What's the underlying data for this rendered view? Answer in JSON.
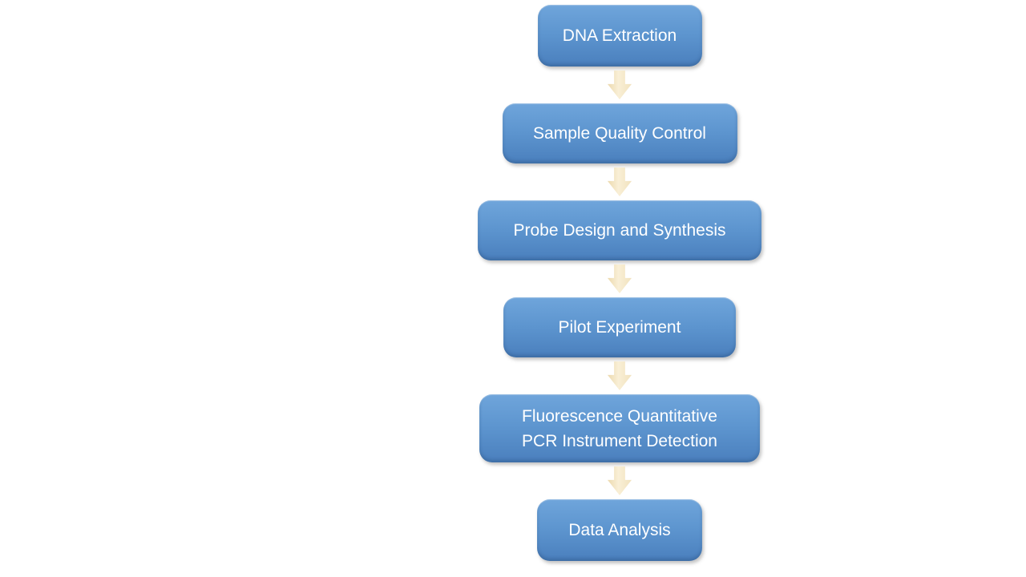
{
  "diagram": {
    "type": "flowchart-vertical",
    "background_color": "#FFFFFF",
    "node_gradient_top": "#6FA5DB",
    "node_gradient_bottom": "#4A7FBD",
    "node_text_color": "#FFFFFF",
    "arrow_color": "#F5E8C8",
    "steps": [
      {
        "id": "dna-extraction",
        "label": "DNA Extraction",
        "lines": [
          "DNA Extraction"
        ]
      },
      {
        "id": "sample-quality-control",
        "label": "Sample Quality Control",
        "lines": [
          "Sample Quality Control"
        ]
      },
      {
        "id": "probe-design-and-synthesis",
        "label": "Probe Design and Synthesis",
        "lines": [
          "Probe Design and Synthesis"
        ]
      },
      {
        "id": "pilot-experiment",
        "label": "Pilot Experiment",
        "lines": [
          "Pilot Experiment"
        ]
      },
      {
        "id": "fluorescence-quantitative-pcr-instrument-detection",
        "label": "Fluorescence Quantitative PCR Instrument Detection",
        "lines": [
          "Fluorescence Quantitative",
          "PCR Instrument Detection"
        ]
      },
      {
        "id": "data-analysis",
        "label": "Data Analysis",
        "lines": [
          "Data Analysis"
        ]
      }
    ]
  }
}
